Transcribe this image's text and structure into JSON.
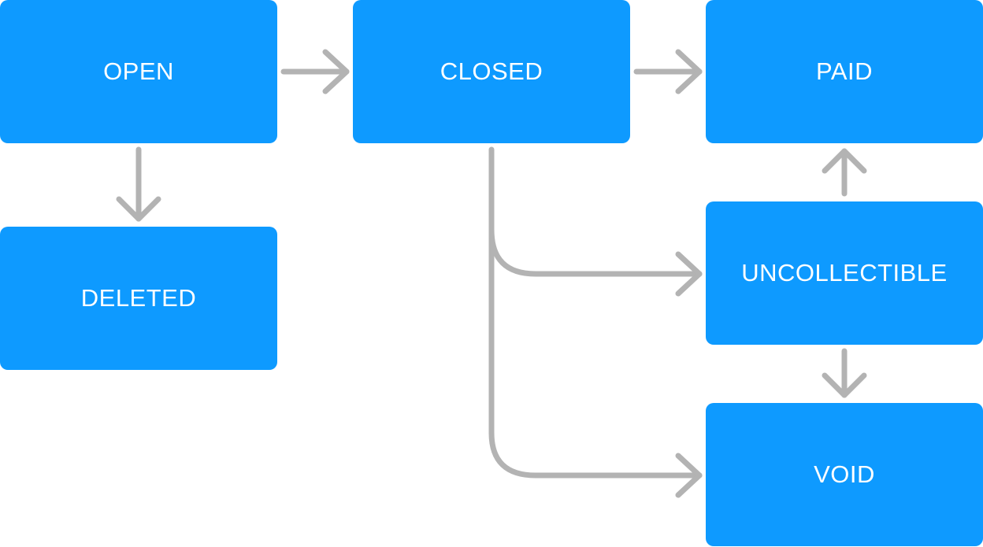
{
  "colors": {
    "node_fill": "#0e9aff",
    "node_text": "#ffffff",
    "arrow": "#b3b3b3"
  },
  "nodes": {
    "open": {
      "label": "OPEN"
    },
    "closed": {
      "label": "CLOSED"
    },
    "paid": {
      "label": "PAID"
    },
    "deleted": {
      "label": "DELETED"
    },
    "uncollectible": {
      "label": "UNCOLLECTIBLE"
    },
    "void": {
      "label": "VOID"
    }
  },
  "edges": [
    {
      "from": "OPEN",
      "to": "CLOSED"
    },
    {
      "from": "OPEN",
      "to": "DELETED"
    },
    {
      "from": "CLOSED",
      "to": "PAID"
    },
    {
      "from": "CLOSED",
      "to": "UNCOLLECTIBLE"
    },
    {
      "from": "CLOSED",
      "to": "VOID"
    },
    {
      "from": "UNCOLLECTIBLE",
      "to": "PAID"
    },
    {
      "from": "UNCOLLECTIBLE",
      "to": "VOID"
    }
  ]
}
